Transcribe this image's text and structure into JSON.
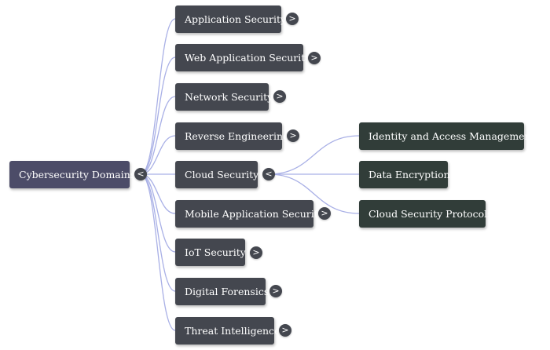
{
  "root": {
    "label": "Cybersecurity Domains",
    "toggle": "<"
  },
  "branches": [
    {
      "label": "Application Security",
      "toggle": ">"
    },
    {
      "label": "Web Application Security",
      "toggle": ">"
    },
    {
      "label": "Network Security",
      "toggle": ">"
    },
    {
      "label": "Reverse Engineering",
      "toggle": ">"
    },
    {
      "label": "Cloud Security",
      "toggle": "<"
    },
    {
      "label": "Mobile Application Security",
      "toggle": ">"
    },
    {
      "label": "IoT Security",
      "toggle": ">"
    },
    {
      "label": "Digital Forensics",
      "toggle": ">"
    },
    {
      "label": "Threat Intelligence",
      "toggle": ">"
    }
  ],
  "cloud_children": [
    {
      "label": "Identity and Access Management"
    },
    {
      "label": "Data Encryption"
    },
    {
      "label": "Cloud Security Protocols"
    }
  ],
  "colors": {
    "root": "#4c4c68",
    "branch": "#44474f",
    "leaf": "#313d39",
    "connector": "#a9b0e6"
  }
}
